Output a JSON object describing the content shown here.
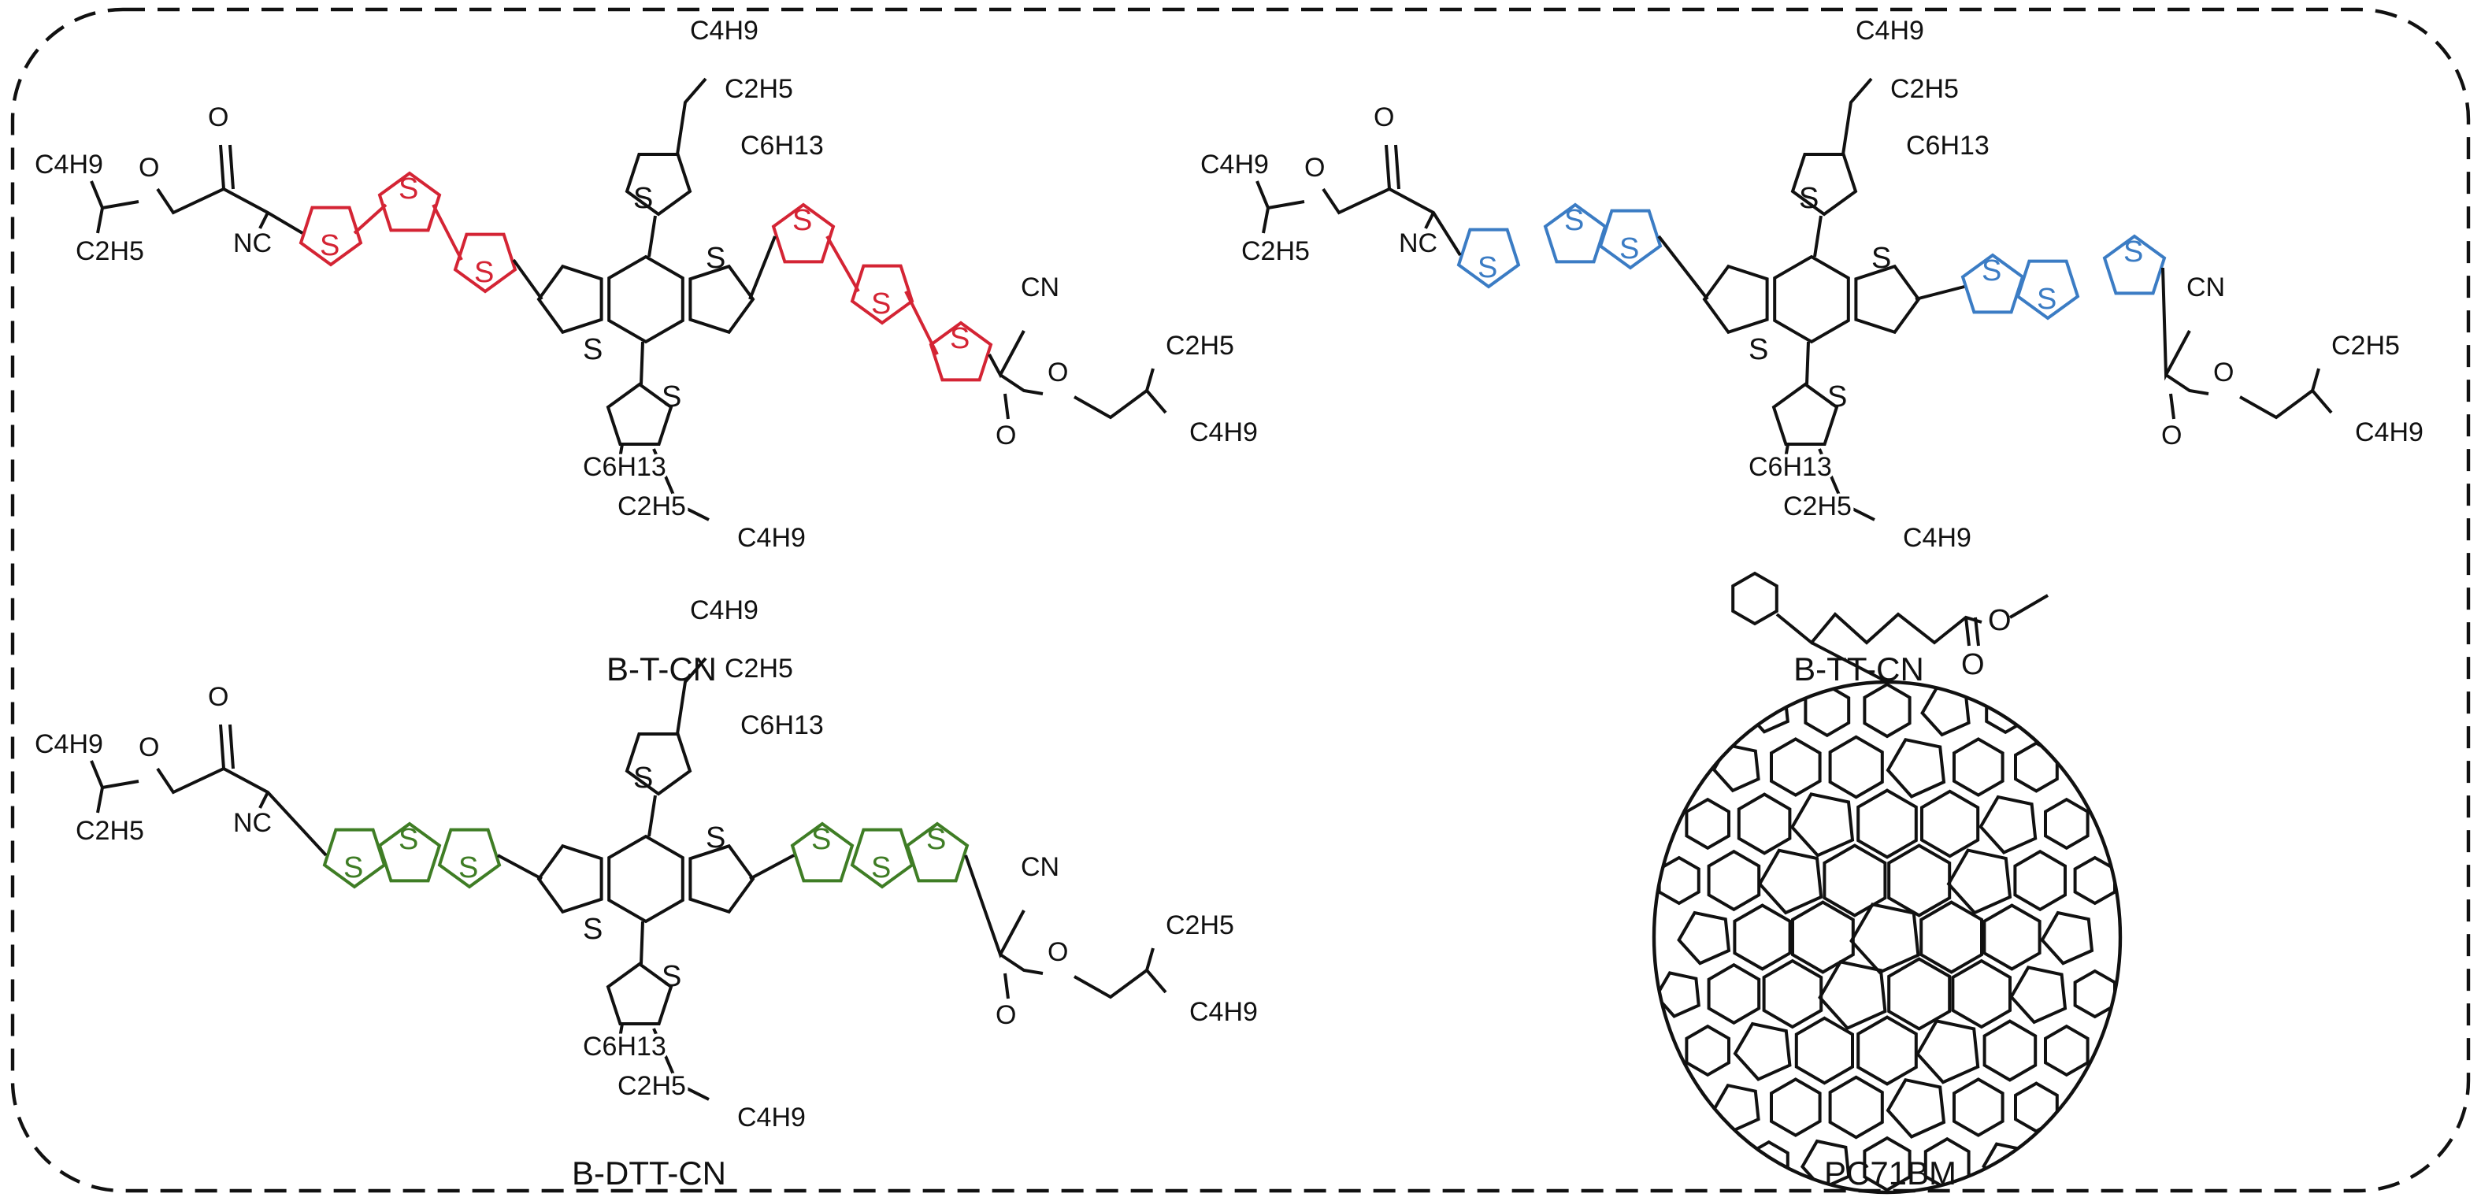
{
  "colors": {
    "t_arm": "#d42434",
    "tt_arm": "#3b7cc4",
    "dtt_arm": "#3f7d25",
    "bond": "#111111",
    "border": "#111111"
  },
  "molecules": [
    {
      "name": "B-T-CN",
      "arm": "T",
      "color_key": "t_arm",
      "labels": [
        "C4H9",
        "C2H5",
        "O",
        "O",
        "NC",
        "C4H9",
        "C2H5",
        "C6H13",
        "C6H13",
        "C2H5",
        "C4H9",
        "CN",
        "O",
        "O",
        "C2H5",
        "C4H9"
      ],
      "ring_atom": "S"
    },
    {
      "name": "B-TT-CN",
      "arm": "TT",
      "color_key": "tt_arm",
      "labels": [
        "C4H9",
        "C2H5",
        "O",
        "O",
        "NC",
        "C4H9",
        "C2H5",
        "C6H13",
        "C6H13",
        "C2H5",
        "C4H9",
        "CN",
        "O",
        "O",
        "C2H5",
        "C4H9"
      ],
      "ring_atom": "S"
    },
    {
      "name": "B-DTT-CN",
      "arm": "DTT",
      "color_key": "dtt_arm",
      "labels": [
        "C4H9",
        "C2H5",
        "O",
        "O",
        "NC",
        "C4H9",
        "C2H5",
        "C6H13",
        "C6H13",
        "C2H5",
        "C4H9",
        "CN",
        "O",
        "O",
        "C2H5",
        "C4H9"
      ],
      "ring_atom": "S"
    }
  ],
  "fullerene": {
    "name": "PC71BM",
    "labels": [
      "O",
      "O"
    ]
  }
}
